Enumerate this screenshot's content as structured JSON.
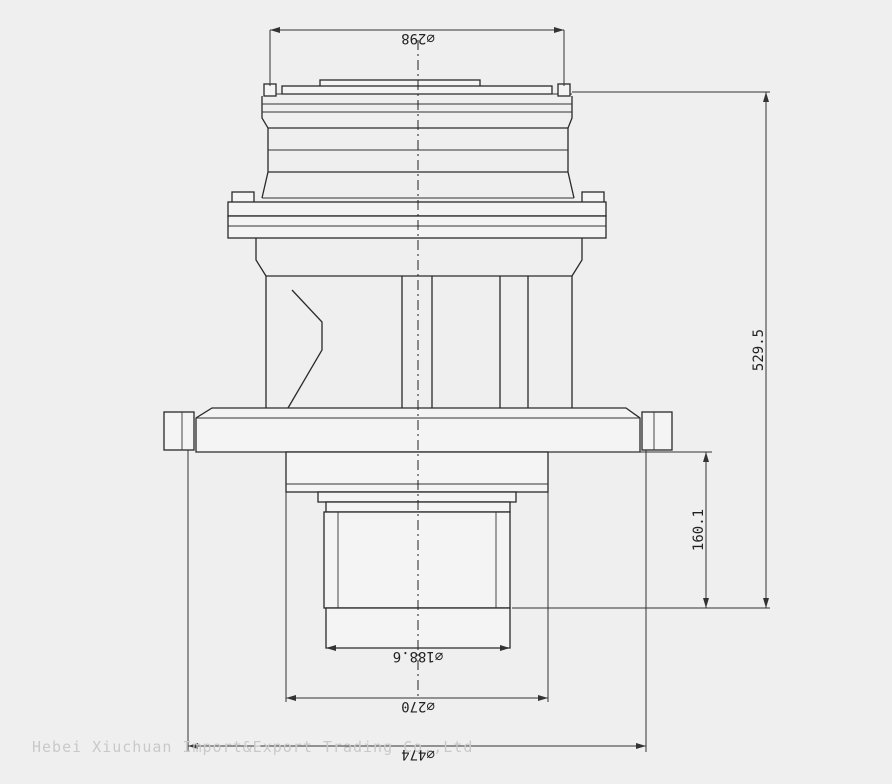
{
  "dimensions": {
    "top_diameter": "⌀298",
    "overall_height": "529.5",
    "lower_height": "160.1",
    "shaft_diameter": "⌀188.6",
    "pilot_diameter": "⌀270",
    "flange_diameter": "⌀474"
  },
  "watermark": "Hebei Xiuchuan Import&Export Trading Co.,Ltd"
}
